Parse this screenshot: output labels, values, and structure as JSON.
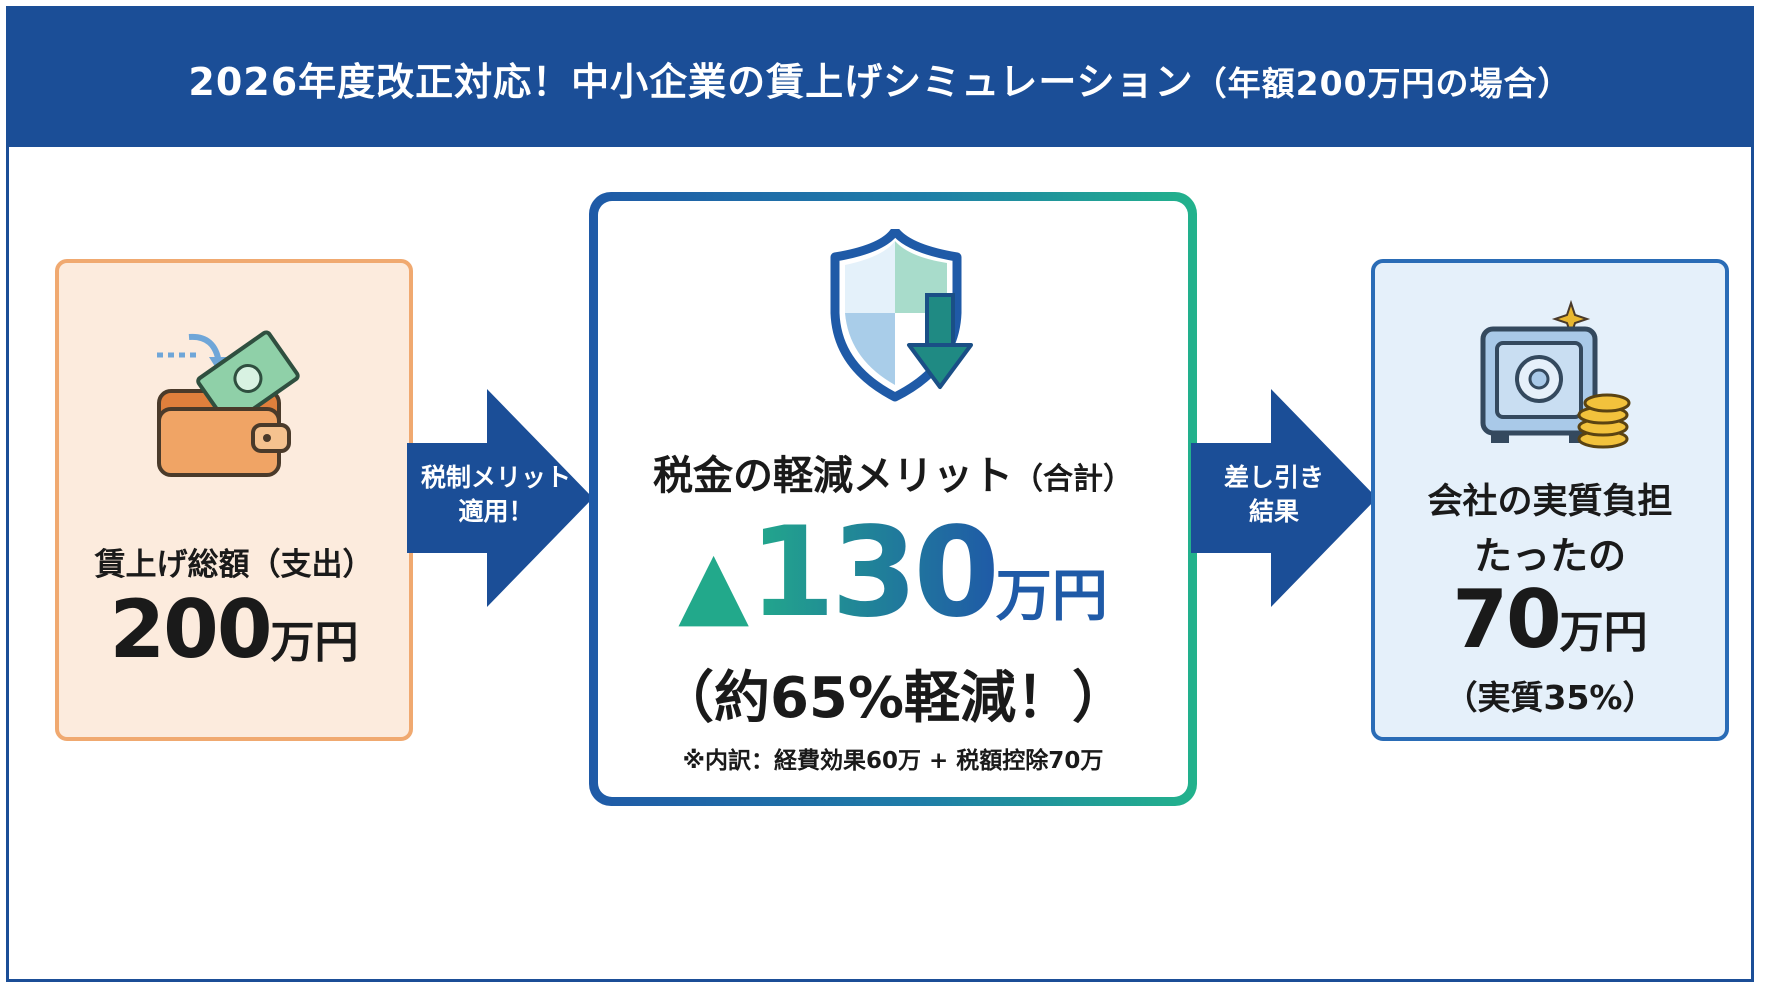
{
  "header": {
    "title": "2026年度改正対応！中小企業の賃上げシミュレーション",
    "title_paren": "（年額200万円の場合）"
  },
  "left_card": {
    "icon": "wallet-with-money-icon",
    "label": "賃上げ総額（支出）",
    "amount": "200",
    "unit": "万円"
  },
  "arrow1": {
    "line1": "税制メリット",
    "line2": "適用！"
  },
  "middle_card": {
    "icon": "shield-down-arrow-icon",
    "label": "税金の軽減メリット",
    "label_paren": "（合計）",
    "triangle": "▲",
    "amount": "130",
    "unit": "万円",
    "reduction": "（約65%軽減！）",
    "note": "※内訳：経費効果60万 + 税額控除70万"
  },
  "arrow2": {
    "line1": "差し引き",
    "line2": "結果"
  },
  "right_card": {
    "icon": "safe-with-coins-icon",
    "line1": "会社の実質負担",
    "line2": "たったの",
    "amount": "70",
    "unit": "万円",
    "ratio": "（実質35%）"
  },
  "colors": {
    "header_bg": "#1b4e97",
    "left_card_bg": "#fcebdd",
    "left_card_border": "#f0a970",
    "right_card_bg": "#e5f0fa",
    "right_card_border": "#2a6cb6",
    "arrow": "#1b4e97",
    "accent_green": "#22a98b",
    "accent_blue": "#1f5aa7"
  }
}
